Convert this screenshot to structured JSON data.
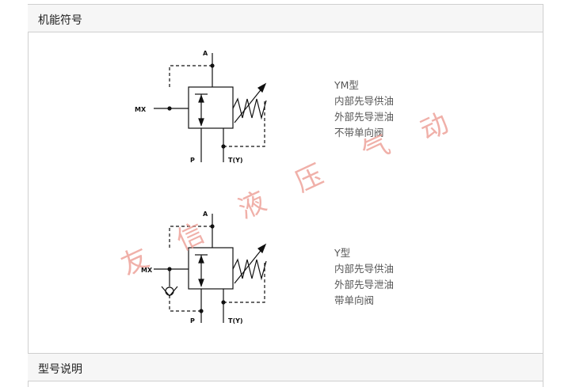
{
  "sections": {
    "symbol_title": "机能符号",
    "model_title": "型号说明"
  },
  "diagram_labels": {
    "port_a": "A",
    "port_mx": "MX",
    "port_p": "P",
    "port_t": "T(Y)"
  },
  "variants": [
    {
      "name": "YM型",
      "lines": [
        "内部先导供油",
        "外部先导泄油",
        "不带单向阀"
      ]
    },
    {
      "name": "Y型",
      "lines": [
        "内部先导供油",
        "外部先导泄油",
        "带单向阀"
      ]
    }
  ],
  "watermark": [
    "友",
    "信",
    "液",
    "压",
    "气",
    "动"
  ],
  "colors": {
    "watermark": "#eb968c",
    "line": "#111111",
    "border": "#cfcfcf"
  }
}
